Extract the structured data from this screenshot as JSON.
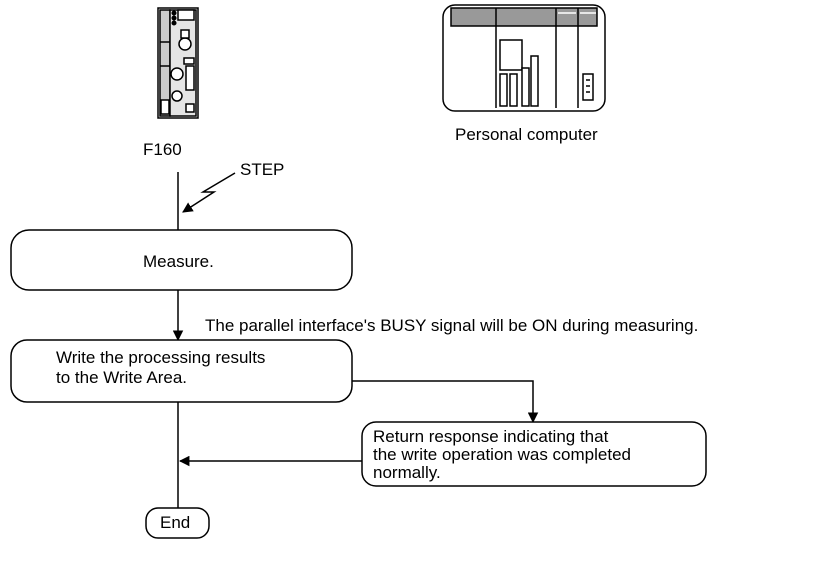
{
  "devices": {
    "f160_label": "F160",
    "pc_label": "Personal computer"
  },
  "trigger": {
    "step_label": "STEP"
  },
  "steps": {
    "measure": "Measure.",
    "busy_note": "The parallel interface's BUSY signal will be ON during measuring.",
    "write_results": "Write the processing results\nto the Write Area.",
    "response": "Return response indicating that\nthe write operation was completed\nnormally.",
    "end": "End"
  }
}
